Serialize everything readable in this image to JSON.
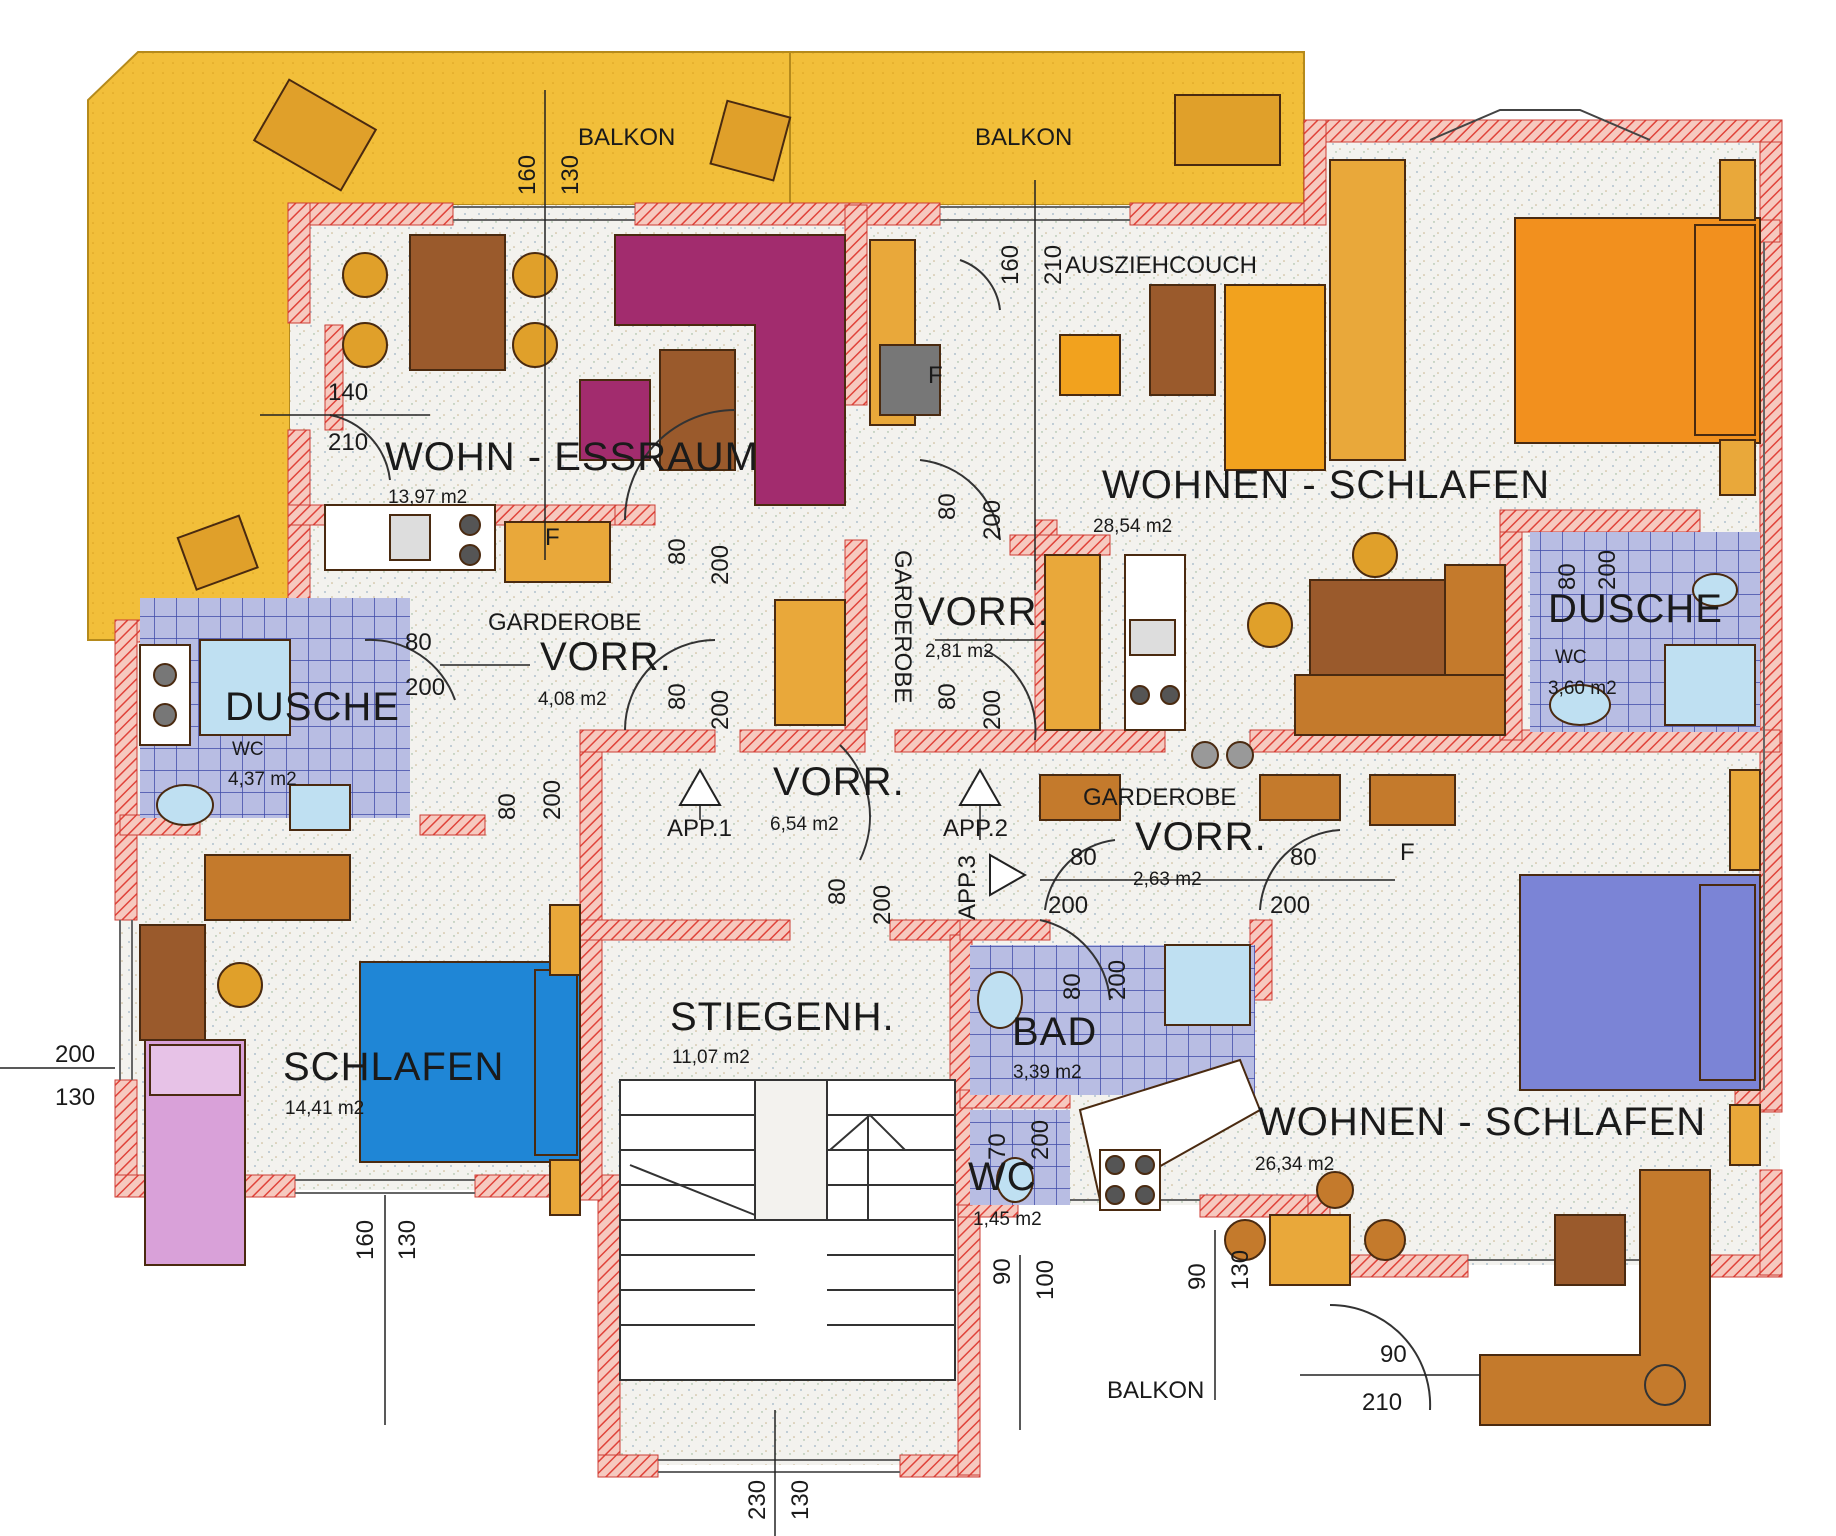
{
  "rooms": {
    "wohn_essraum": {
      "name": "WOHN - ESSRAUM",
      "area": "13,97 m2"
    },
    "wohnen_schlafen_1": {
      "name": "WOHNEN - SCHLAFEN",
      "area": "28,54 m2"
    },
    "ausziehcouch": "AUSZIEHCOUCH",
    "garderobe_1": "GARDEROBE",
    "vorr_1": {
      "name": "VORR.",
      "area": "4,08 m2"
    },
    "dusche_1": {
      "name": "DUSCHE",
      "wc": "WC",
      "area": "4,37 m2"
    },
    "garderobe_2": "GARDEROBE",
    "vorr_2": {
      "name": "VORR.",
      "area": "2,81 m2"
    },
    "dusche_2": {
      "name": "DUSCHE",
      "wc": "WC",
      "area": "3,60 m2"
    },
    "vorr_main": {
      "name": "VORR.",
      "area": "6,54 m2"
    },
    "app1": "APP.1",
    "app2": "APP.2",
    "app3": "APP.3",
    "garderobe_3": "GARDEROBE",
    "vorr_3": {
      "name": "VORR.",
      "area": "2,63 m2"
    },
    "schlafen": {
      "name": "SCHLAFEN",
      "area": "14,41 m2"
    },
    "stiegenh": {
      "name": "STIEGENH.",
      "area": "11,07 m2"
    },
    "bad": {
      "name": "BAD",
      "area": "3,39 m2"
    },
    "wc_small": {
      "name": "WC",
      "area": "1,45 m2"
    },
    "wohnen_schlafen_2": {
      "name": "WOHNEN - SCHLAFEN",
      "area": "26,34 m2"
    },
    "balkon_1": "BALKON",
    "balkon_2": "BALKON",
    "balkon_3": "BALKON",
    "fridge_mark": "F"
  },
  "dims": {
    "d160": "160",
    "d130": "130",
    "d140": "140",
    "d210": "210",
    "d80": "80",
    "d200": "200",
    "d90": "90",
    "d100": "100",
    "d230": "230",
    "d70": "70"
  },
  "colors": {
    "balcony": "#f2bf3a",
    "wall": "#e8836f",
    "floor": "#f4f1ea",
    "tile": "#b9bfe6",
    "wood": "#9a5a2c",
    "orange_bed": "#f2901e",
    "blue_bed": "#1f86d6",
    "violet_bed": "#7b84d6",
    "lilac_bed": "#d9a1d9",
    "sofa_plum": "#a22c6e",
    "sofa_orange": "#f2a21e",
    "chair": "#e0a02a"
  }
}
